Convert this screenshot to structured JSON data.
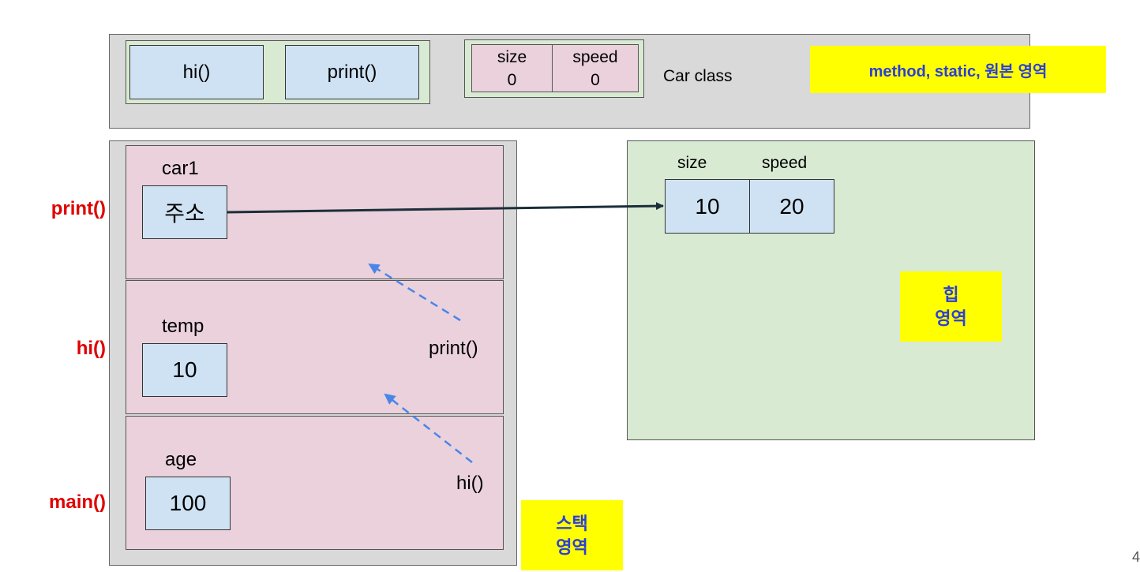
{
  "method_area": {
    "methods": [
      "hi()",
      "print()"
    ],
    "static_fields": [
      {
        "name": "size",
        "value": "0"
      },
      {
        "name": "speed",
        "value": "0"
      }
    ],
    "class_label": "Car class",
    "area_label": "method, static, 원본 영역"
  },
  "stack": {
    "frames": [
      {
        "method": "print()",
        "var_name": "car1",
        "var_value": "주소",
        "call_label": ""
      },
      {
        "method": "hi()",
        "var_name": "temp",
        "var_value": "10",
        "call_label": "print()"
      },
      {
        "method": "main()",
        "var_name": "age",
        "var_value": "100",
        "call_label": "hi()"
      }
    ],
    "area_label_line1": "스택",
    "area_label_line2": "영역"
  },
  "heap": {
    "fields": [
      {
        "name": "size",
        "value": "10"
      },
      {
        "name": "speed",
        "value": "20"
      }
    ],
    "area_label_line1": "힙",
    "area_label_line2": "영역"
  },
  "page_number": "4",
  "colors": {
    "area_gray": "#d9d9d9",
    "frame_pink": "#ead1dc",
    "heap_green": "#d9ead3",
    "cell_blue": "#cfe2f3",
    "label_yellow": "#ffff00",
    "label_text_blue": "#2b3fd6",
    "frame_label_red": "#e00000",
    "call_arrow_blue": "#4a86e8",
    "reference_arrow": "#1c2f3a"
  }
}
